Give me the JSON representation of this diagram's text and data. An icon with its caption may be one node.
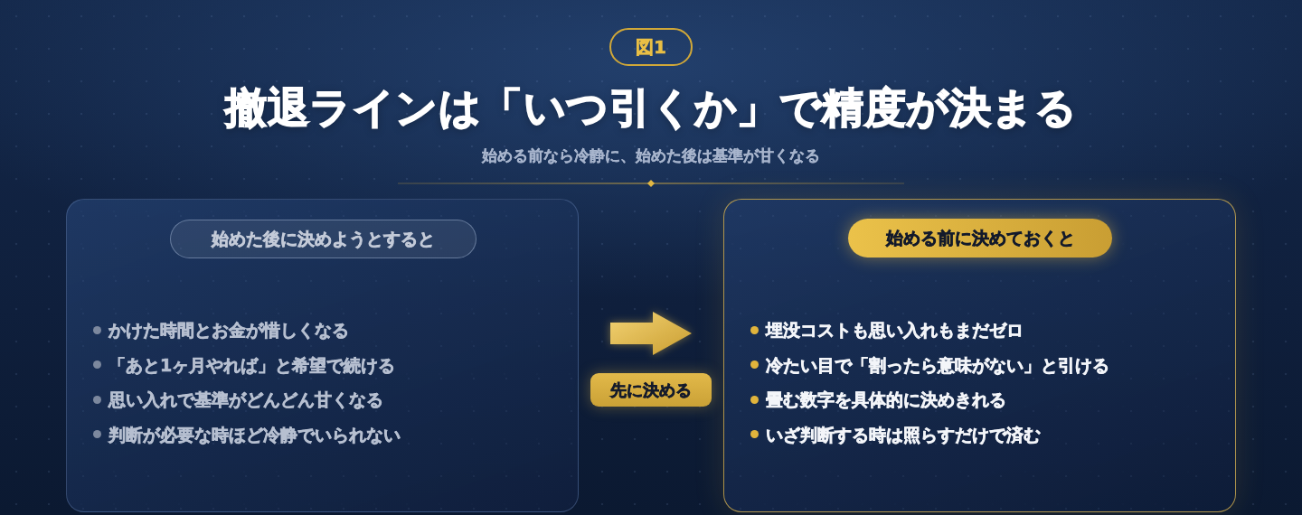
{
  "diagram": {
    "title": "撤退ラインは「いつ引くか」で精度が決まる",
    "nodes": [
      {
        "text": [
          "かけた時間とお金が惜しくなる",
          "「あと1ヶ月やれば」と希望で続ける",
          "思い入れで基準がどんどん甘くなる",
          "判断が必要な時ほど冷静でいられない"
        ]
      },
      {
        "text": [
          "始めた後に決めようとすると"
        ],
        "in": 0
      },
      {
        "text": [
          "埋没コストも思い入れもまだゼロ",
          "冷たい目で「割ったら意味がない」と引ける",
          "畳む数字を具体的に決めきれる",
          "いざ判断する時は照らすだけで済む"
        ]
      },
      {
        "text": [
          "始める前に決めておくと"
        ],
        "in": 2
      }
    ],
    "edges": [
      {
        "from": 0,
        "to": 2,
        "arrow": "to",
        "label": "先に決める"
      }
    ],
    "labels": [
      "図1",
      "始める前なら冷静に、始めた後は基準が甘くなる"
    ]
  }
}
